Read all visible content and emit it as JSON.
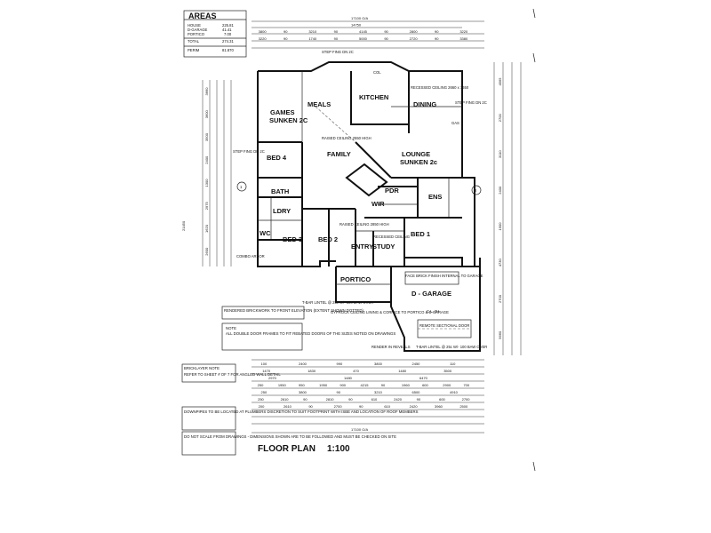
{
  "areas": {
    "heading": "AREAS",
    "rows": [
      {
        "label": "HOUSE",
        "value": "225.81"
      },
      {
        "label": "D-GARAGE",
        "value": "41.41"
      },
      {
        "label": "PORTICO",
        "value": "7.00"
      },
      {
        "label": "TOTAL",
        "value": "274.31"
      },
      {
        "label": "PERIM",
        "value": "81.870"
      }
    ]
  },
  "title": {
    "label": "FLOOR PLAN",
    "scale": "1:100"
  },
  "overall_dims": {
    "top": "17100 O/A",
    "top2": "14750",
    "bottom": "17100 O/A",
    "left": "21450"
  },
  "rooms": {
    "games": "GAMES",
    "games_sub": "SUNKEN 2C",
    "meals": "MEALS",
    "kitchen": "KITCHEN",
    "dining": "DINING",
    "family": "FAMILY",
    "lounge": "LOUNGE",
    "lounge_sub": "SUNKEN 2c",
    "bed4": "BED 4",
    "bath": "BATH",
    "ldry": "LDRY",
    "wc": "WC",
    "bed3": "BED 3",
    "bed2": "BED 2",
    "entry": "ENTRY",
    "study": "STUDY",
    "wir": "WIR",
    "pdr": "PDR",
    "ens": "ENS",
    "bed1": "BED 1",
    "portico": "PORTICO",
    "garage": "D - GARAGE"
  },
  "small_labels": {
    "step_fing_tl": "STEP FING DN 2C",
    "step_fing_l": "STEP FING DN 2C",
    "step_fing_r": "STEP FING DN 2C",
    "col": "COL",
    "recessed_ceiling_dining": "RECESSED CEILING 2660 x 1650",
    "raised_ceiling_family": "RAISED CEILING 2550 HIGH",
    "raised_ceiling_entry": "RAISED CEILING 2850 HIGH",
    "recessed_ceiling_study": "RECESSED CEILING",
    "face_brick": "FACE BRICK FINISH INTERNAL TO GARAGE",
    "remote_door": "REMOTE SECTIONAL DOOR",
    "gas": "GAS",
    "combo": "COMBO ARBOR",
    "gyp": "GYPROCK CEILING LINING & CORNICE TO PORTICO & D-GARAGE",
    "tbar_left": "T-BAR LINTEL @ 25c W/- 100 BAW OVER",
    "tbar_right": "T-BAR LINTEL @ 25c W/- 100 BAW OVER",
    "render": "RENDER IN REVEALS",
    "ceiling_gar": "C.L. 2H"
  },
  "notes": {
    "rendered": "RENDERED BRICKWORK TO FRONT ELEVATION (EXTENT SHOWN DOTTED)",
    "note_head": "NOTE",
    "note_body": "ALL DOUBLE DOOR FRAMES TO FIT REBATED DOORS OF THE SIZES NOTED ON DRAWINGS",
    "bricklayer_head": "BRICKLAYER NOTE",
    "bricklayer_body": "REFER TO SHEET # OF 7 FOR ANGLED WALL DETAIL",
    "downpipes": "DOWNPIPES TO BE LOCATED AT PLUMBERS DISCRETION TO SUIT FOOTPRINT WITH ISBE AND LOCATION OF ROOF MEMBERS",
    "do_not_scale": "DO NOT SCALE FROM DRAWINGS - DIMENSIONS SHOWN ARE TO BE FOLLOWED AND MUST BE CHECKED ON SITE"
  },
  "dims_top_row1": [
    "3800",
    "90",
    "3210",
    "90",
    "4145",
    "90",
    "2800",
    "90",
    "3220"
  ],
  "dims_top_row2": [
    "3220",
    "90",
    "1740",
    "90",
    "5000",
    "90",
    "2720",
    "90",
    "3380"
  ],
  "dims_bottom_row1": [
    "100",
    "2400",
    "990",
    "3800",
    "2450",
    "110"
  ],
  "dims_bottom_row2": [
    "1470",
    "1830",
    "470",
    "1480",
    "3500"
  ],
  "dims_bottom_row3": [
    "2970",
    "1480",
    "6470"
  ],
  "dims_bottom_row4": [
    "250",
    "1950",
    "950",
    "1950",
    "900",
    "4215",
    "90",
    "1960",
    "600",
    "2900",
    "700"
  ],
  "dims_bottom_row5": [
    "250",
    "3800",
    "90",
    "3210",
    "6500",
    "4910"
  ],
  "dims_bottom_row6": [
    "250",
    "2610",
    "90",
    "2810",
    "90",
    "610",
    "2420",
    "90",
    "600",
    "2700"
  ],
  "dims_bottom_row7": [
    "200",
    "2610",
    "90",
    "2700",
    "90",
    "610",
    "2420",
    "3960",
    "2500"
  ],
  "dims_left": [
    "3660",
    "3600",
    "3500",
    "2400",
    "1300",
    "2975",
    "1620",
    "2600"
  ],
  "dims_right": [
    "4565",
    "2700",
    "3110",
    "2400",
    "1900",
    "4730",
    "2700",
    "5660"
  ]
}
